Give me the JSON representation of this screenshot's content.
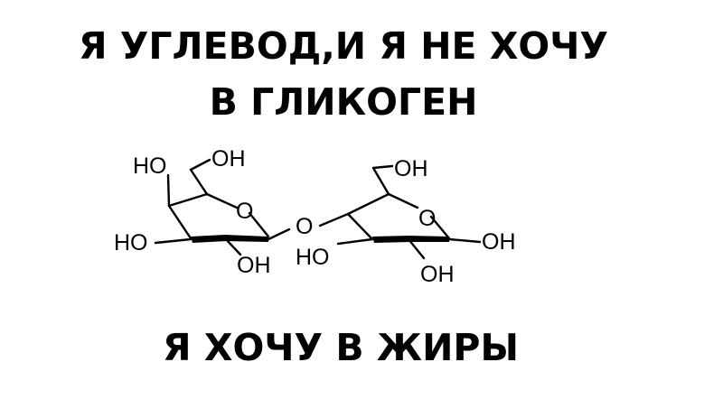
{
  "meme": {
    "top_line_1": "Я УГЛЕВОД,И Я НЕ ХОЧУ",
    "top_line_2": "В ГЛИКОГЕН",
    "bottom_line": "Я ХОЧУ В ЖИРЫ"
  },
  "molecule": {
    "labels": {
      "ho_top": "HO",
      "oh_top": "OH",
      "ho_left": "HO",
      "oh_bottom_left": "OH",
      "ring_o_left": "O",
      "bridge_o": "O",
      "oh_top_right": "OH",
      "ring_o_right": "O",
      "ho_middle": "HO",
      "oh_right": "OH",
      "oh_bottom_right": "OH"
    }
  }
}
